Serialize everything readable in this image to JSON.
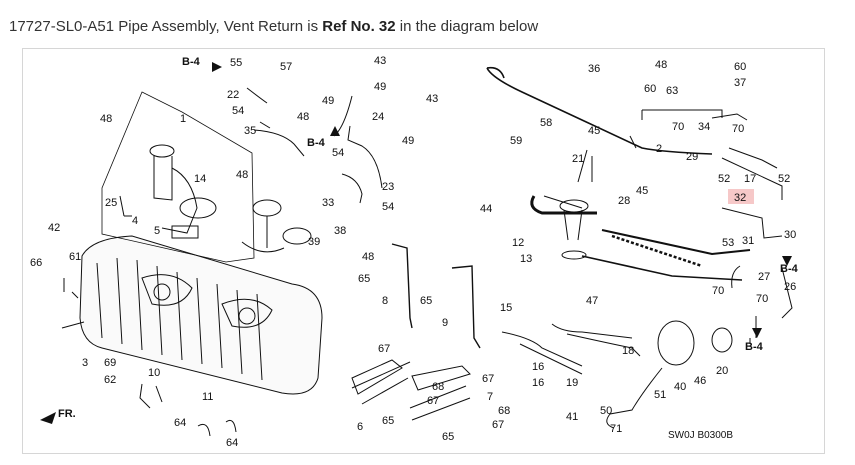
{
  "header": {
    "part_text": "17727-SL0-A51 Pipe Assembly, Vent Return is ",
    "ref_text": "Ref No. 32",
    "suffix_text": " in the diagram below"
  },
  "diagram": {
    "highlight_color": "#e05050",
    "highlight_label": "32",
    "diagram_code": "SW0J B0300B",
    "direction_label": "FR.",
    "b4_label": "B-4",
    "callouts": [
      "55",
      "57",
      "43",
      "22",
      "49",
      "43",
      "54",
      "35",
      "48",
      "24",
      "49",
      "54",
      "48",
      "1",
      "59",
      "49",
      "33",
      "23",
      "54",
      "14",
      "48",
      "25",
      "4",
      "5",
      "39",
      "38",
      "42",
      "66",
      "61",
      "48",
      "65",
      "8",
      "65",
      "9",
      "15",
      "16",
      "19",
      "3",
      "69",
      "62",
      "10",
      "67",
      "68",
      "67",
      "67",
      "7",
      "68",
      "67",
      "6",
      "65",
      "65",
      "11",
      "64",
      "64",
      "36",
      "48",
      "60",
      "63",
      "37",
      "60",
      "58",
      "70",
      "34",
      "70",
      "45",
      "2",
      "29",
      "21",
      "45",
      "52",
      "17",
      "52",
      "28",
      "32",
      "44",
      "12",
      "13",
      "53",
      "31",
      "30",
      "70",
      "27",
      "26",
      "70",
      "47",
      "51",
      "40",
      "46",
      "20",
      "41",
      "50",
      "71",
      "16",
      "18"
    ]
  }
}
